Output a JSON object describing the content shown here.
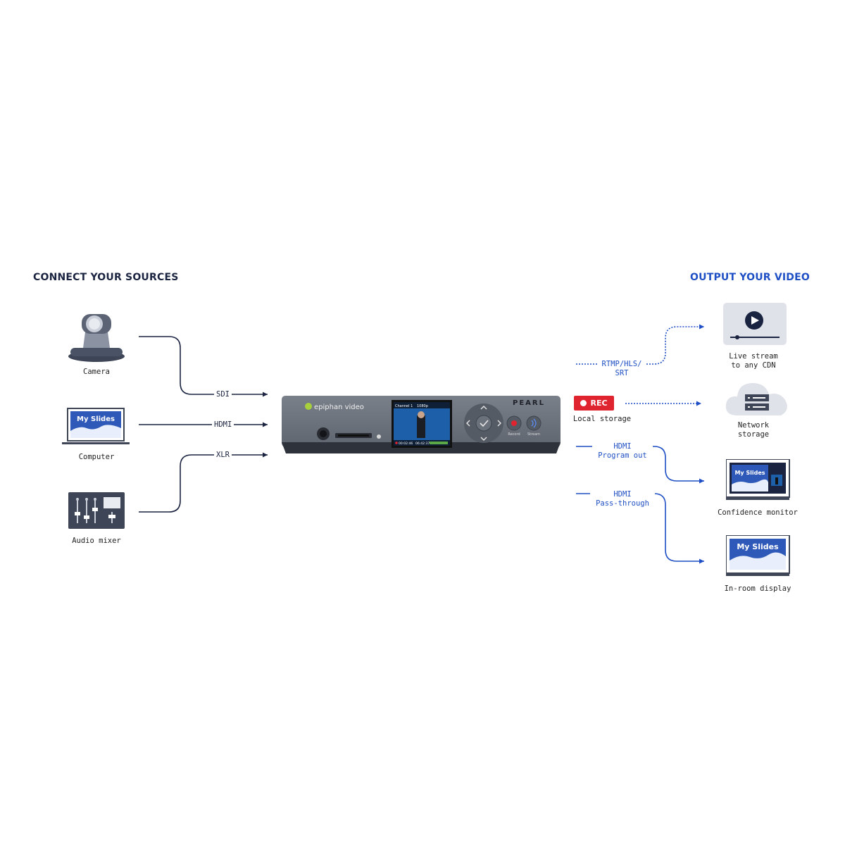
{
  "headings": {
    "left": "CONNECT YOUR SOURCES",
    "right": "OUTPUT YOUR VIDEO"
  },
  "sources": [
    {
      "label": "Camera",
      "icon": "ptz-camera-icon"
    },
    {
      "label": "Computer",
      "icon": "laptop-icon"
    },
    {
      "label": "Audio mixer",
      "icon": "audio-mixer-icon"
    }
  ],
  "inputs": [
    {
      "label": "SDI"
    },
    {
      "label": "HDMI"
    },
    {
      "label": "XLR"
    }
  ],
  "device": {
    "brand": "epiphan video",
    "model": "PEARL",
    "screen_channel": "Channel 1",
    "screen_res": "1080p",
    "screen_time_rec": "00:02:46",
    "screen_time_stream": "06:42:37",
    "button_record": "Record",
    "button_stream": "Stream"
  },
  "slides_text": "My Slides",
  "rec_badge": "REC",
  "outputs": [
    {
      "connection": "RTMP/HLS/\nSRT",
      "label": "Live stream\nto any CDN",
      "icon": "video-player-icon"
    },
    {
      "connection": "Local storage",
      "label": "Network\nstorage",
      "icon": "cloud-server-icon"
    },
    {
      "connection": "HDMI\nProgram out",
      "label": "Confidence monitor",
      "icon": "monitor-icon"
    },
    {
      "connection": "HDMI\nPass-through",
      "label": "In-room display",
      "icon": "display-icon"
    }
  ],
  "colors": {
    "dark_line": "#1a2340",
    "blue_line": "#1f4fc4",
    "rec_red": "#e0242f",
    "device_body": "#6b7079"
  }
}
